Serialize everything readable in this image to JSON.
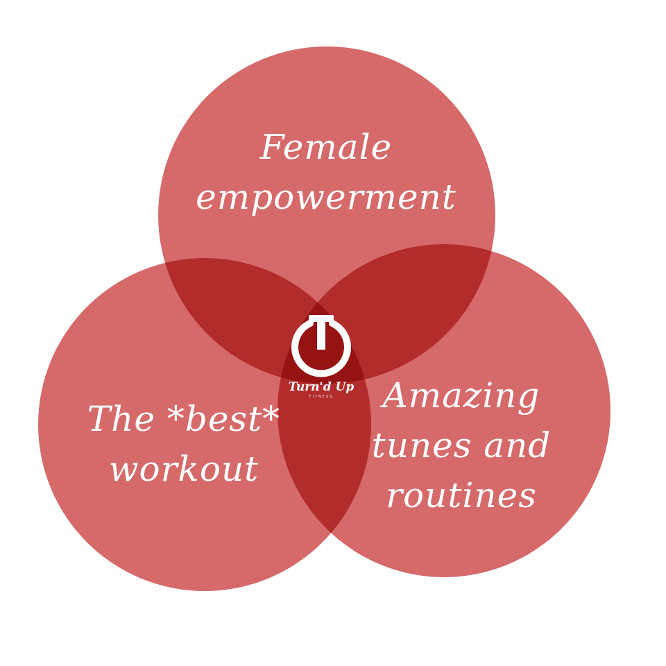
{
  "colors": {
    "background": "#ffffff",
    "circle_fill": "#d66a6a",
    "overlap_red": "#c41f24",
    "text": "#ffffff"
  },
  "venn": {
    "sets": [
      {
        "id": "top",
        "label": "Female\nempowerment"
      },
      {
        "id": "left",
        "label": "The *best*\nworkout"
      },
      {
        "id": "right",
        "label": "Amazing\ntunes and\nroutines"
      }
    ]
  },
  "logo": {
    "icon": "power-t-icon",
    "wordmark": "Turn'd Up",
    "subword": "FITNESS"
  }
}
